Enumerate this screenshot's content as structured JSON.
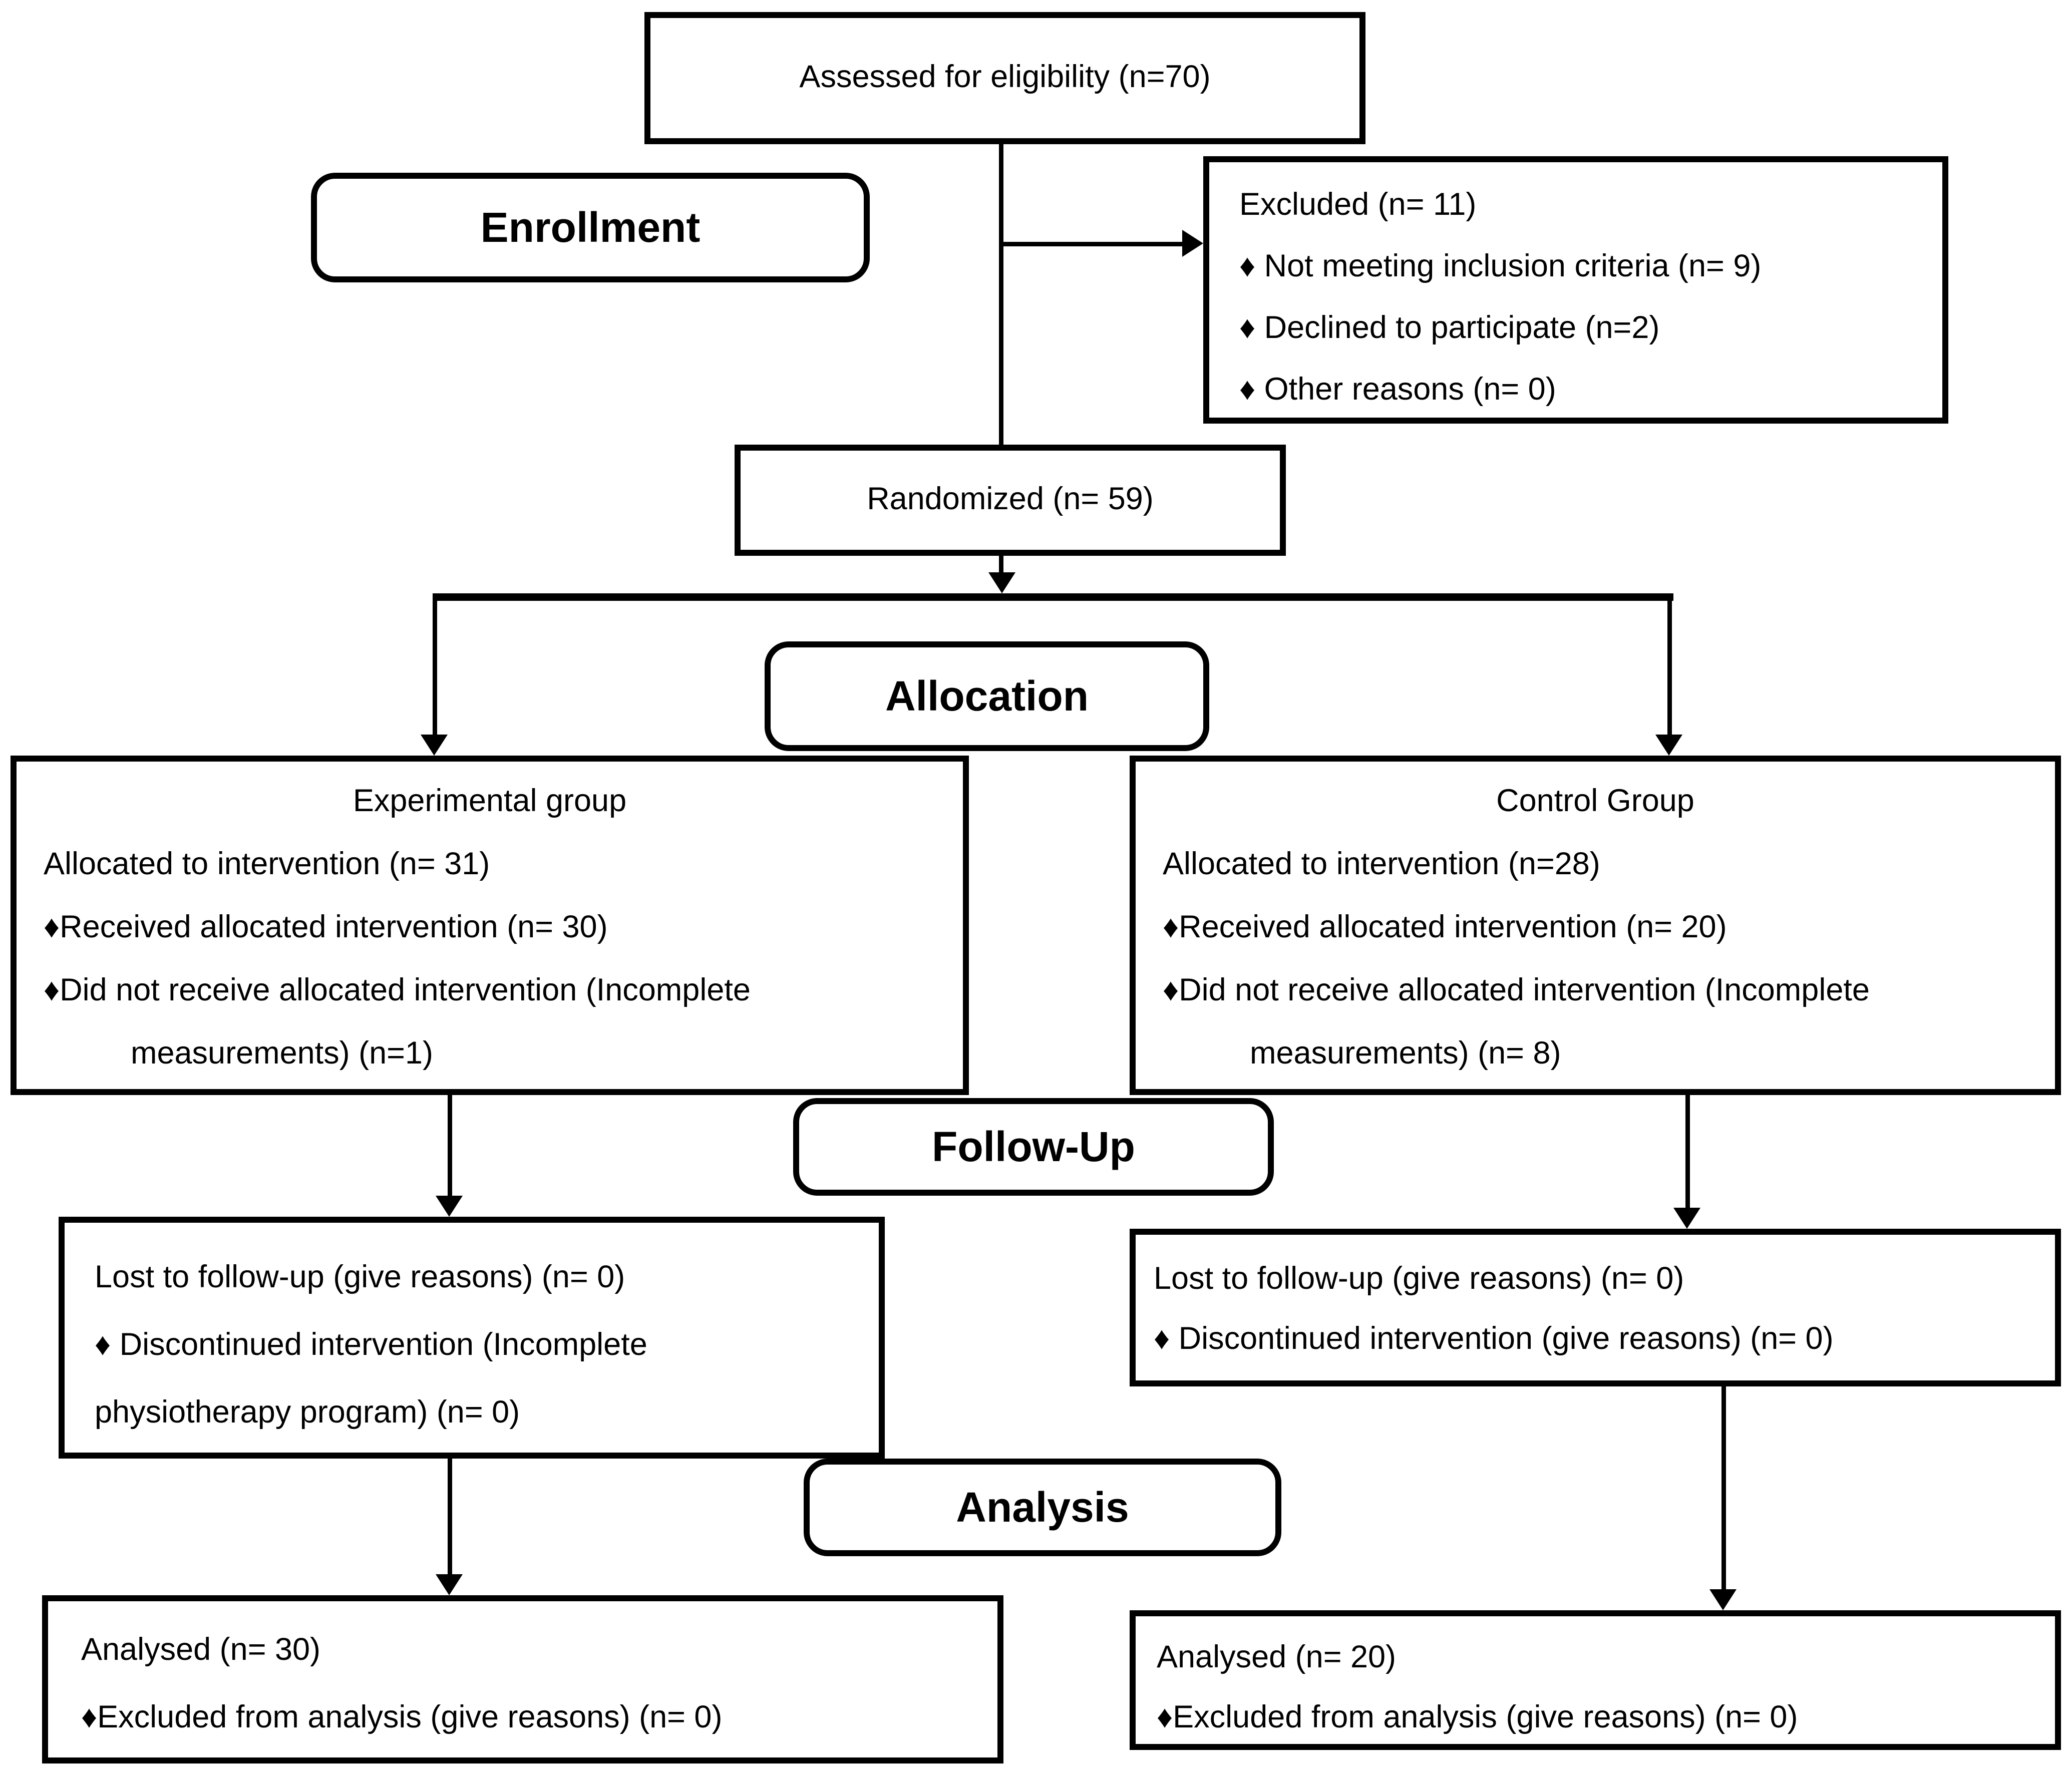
{
  "colors": {
    "ink": "#000000",
    "paper": "#ffffff"
  },
  "boxes": {
    "assessed": {
      "label": "Assessed for eligibility (n=70)"
    },
    "enrollment": {
      "label": "Enrollment"
    },
    "excluded": {
      "lines": [
        "Excluded (n= 11)",
        "♦ Not meeting inclusion criteria (n= 9)",
        "♦ Declined to participate (n=2)",
        "♦ Other reasons (n= 0)"
      ]
    },
    "randomized": {
      "label": "Randomized (n= 59)"
    },
    "allocation": {
      "label": "Allocation"
    },
    "experimental": {
      "title": "Experimental group",
      "lines": [
        "Allocated to intervention (n= 31)",
        "♦Received allocated intervention (n= 30)",
        "♦Did not receive allocated intervention (Incomplete",
        "measurements) (n=1)"
      ]
    },
    "control": {
      "title": "Control Group",
      "lines": [
        "Allocated to intervention (n=28)",
        "♦Received allocated intervention (n= 20)",
        "♦Did not receive allocated intervention (Incomplete",
        "measurements) (n= 8)"
      ]
    },
    "followup": {
      "label": "Follow-Up"
    },
    "followup_left": {
      "lines": [
        "Lost to follow-up (give reasons) (n= 0)",
        "♦ Discontinued intervention (Incomplete",
        "physiotherapy program) (n= 0)"
      ]
    },
    "followup_right": {
      "lines": [
        "Lost to follow-up (give reasons) (n= 0)",
        "♦ Discontinued intervention (give reasons) (n= 0)"
      ]
    },
    "analysis": {
      "label": "Analysis"
    },
    "analysed_left": {
      "lines": [
        "Analysed (n= 30)",
        "♦Excluded from analysis (give reasons) (n= 0)"
      ]
    },
    "analysed_right": {
      "lines": [
        "Analysed (n= 20)",
        "♦Excluded from analysis (give reasons) (n= 0)"
      ]
    }
  }
}
